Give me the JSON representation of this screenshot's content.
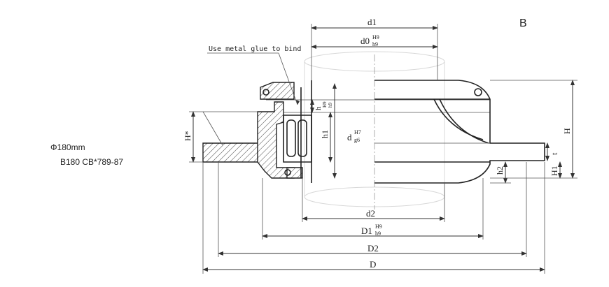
{
  "view_label": "B",
  "spec": {
    "diameter": "Φ180mm",
    "standard": "B180 CB*789-87"
  },
  "note": "Use metal glue to bind",
  "dims": {
    "d1": "d1",
    "d0": "d0",
    "d0_tol_top": "H9",
    "d0_tol_bot": "h9",
    "d2": "d2",
    "D1": "D1",
    "D1_tol_top": "H9",
    "D1_tol_bot": "h9",
    "D2": "D2",
    "D": "D",
    "d": "d",
    "d_tol_top": "H7",
    "d_tol_bot": "g6",
    "h": "h",
    "h_tol_top": "H9",
    "h_tol_bot": "h9",
    "h1": "h1",
    "h2": "h2",
    "t": "t",
    "H": "H",
    "H1": "H1",
    "H_left": "H*"
  }
}
